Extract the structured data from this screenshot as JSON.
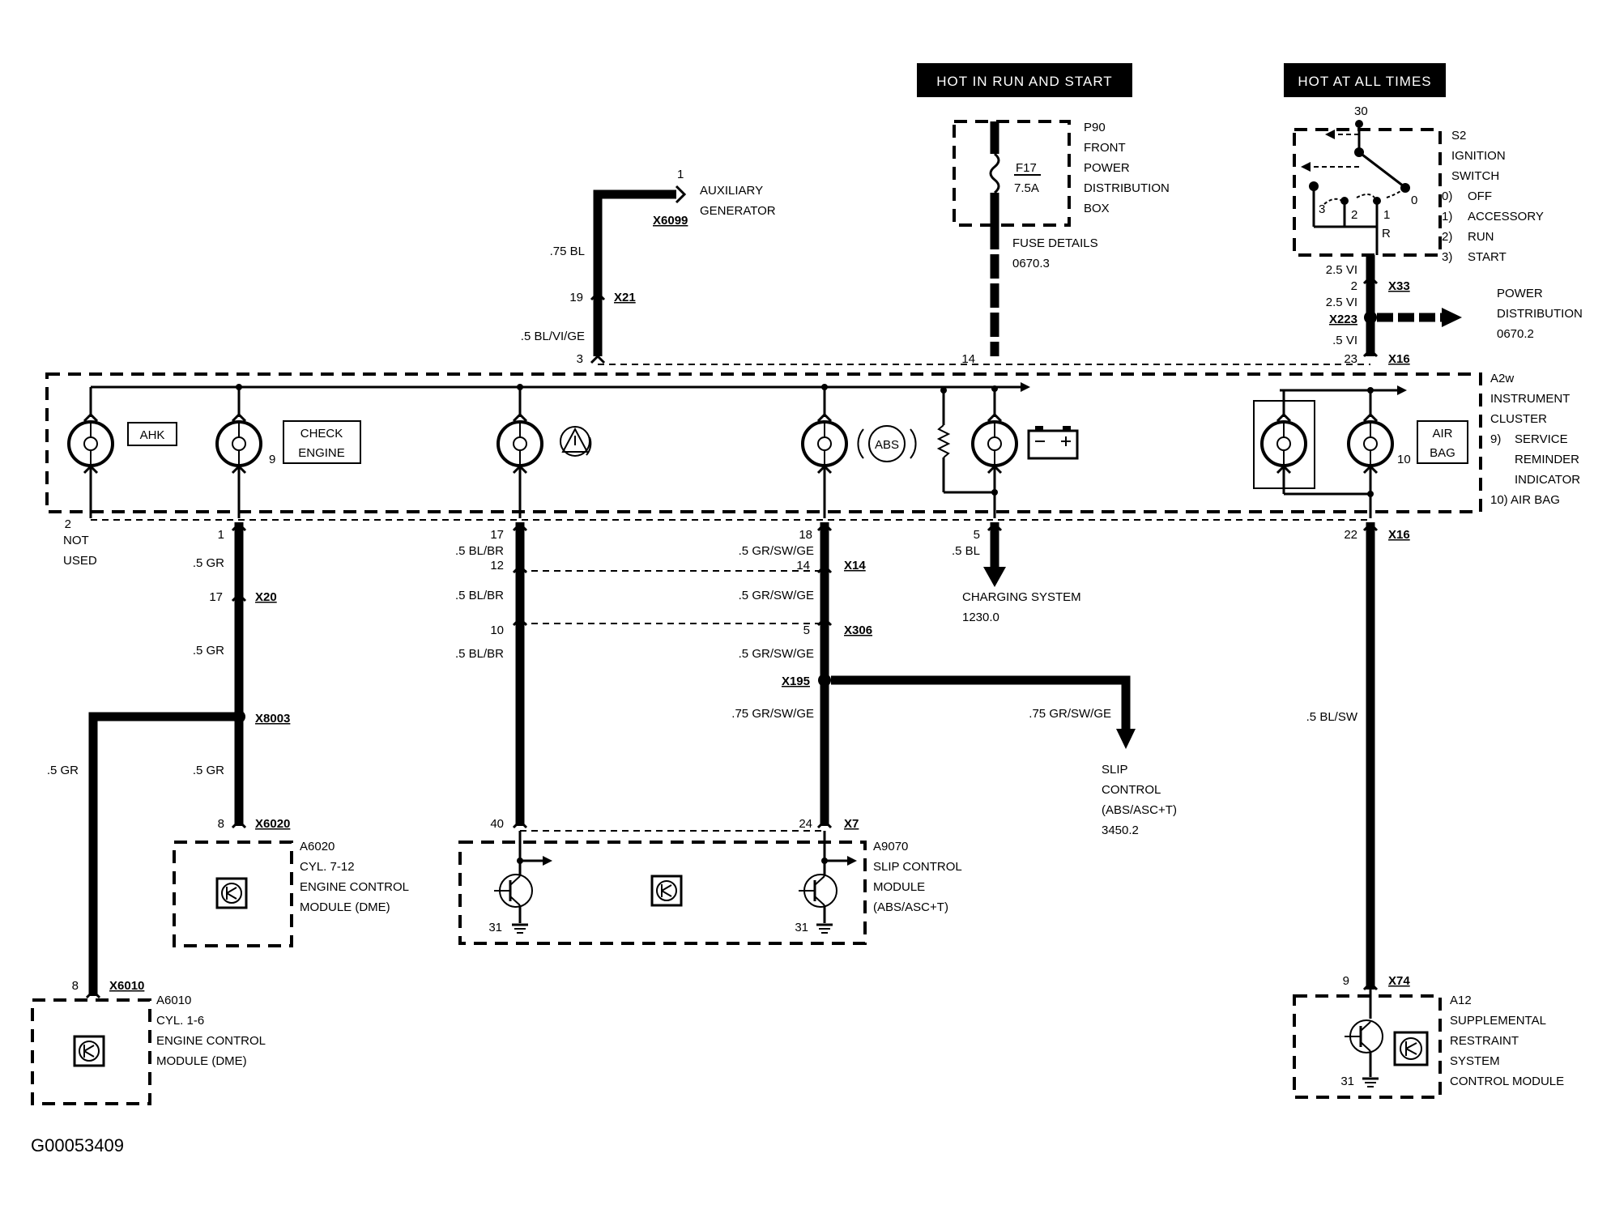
{
  "headers": {
    "run_start": "HOT IN RUN AND START",
    "all_times": "HOT AT ALL TIMES"
  },
  "components": {
    "p90": {
      "id": "P90",
      "line1": "FRONT",
      "line2": "POWER",
      "line3": "DISTRIBUTION",
      "line4": "BOX",
      "fuse": "F17",
      "fuse_rating": "7.5A",
      "fuse_details": "FUSE DETAILS",
      "fuse_ref": "0670.3"
    },
    "s2": {
      "id": "S2",
      "line1": "IGNITION",
      "line2": "SWITCH",
      "pos0": "0)",
      "pos0_label": "OFF",
      "pos1": "1)",
      "pos1_label": "ACCESSORY",
      "pos2": "2)",
      "pos2_label": "RUN",
      "pos3": "3)",
      "pos3_label": "START",
      "term30": "30",
      "t3": "3",
      "t2": "2",
      "t1": "1",
      "t0": "0",
      "tr": "R"
    },
    "aux": {
      "pin": "1",
      "line1": "AUXILIARY",
      "line2": "GENERATOR",
      "connector": "X6099"
    },
    "power_dist": {
      "line1": "POWER",
      "line2": "DISTRIBUTION",
      "ref": "0670.2"
    },
    "a2w": {
      "id": "A2w",
      "line1": "INSTRUMENT",
      "line2": "CLUSTER",
      "note9_num": "9)",
      "note9_a": "SERVICE",
      "note9_b": "REMINDER",
      "note9_c": "INDICATOR",
      "note10": "10) AIR BAG",
      "ahk": "AHK",
      "check1": "CHECK",
      "check2": "ENGINE",
      "abs": "ABS",
      "air1": "AIR",
      "air2": "BAG",
      "pin9": "9",
      "pin10": "10"
    },
    "charging": {
      "line1": "CHARGING SYSTEM",
      "ref": "1230.0"
    },
    "slip": {
      "line1": "SLIP",
      "line2": "CONTROL",
      "line3": "(ABS/ASC+T)",
      "ref": "3450.2"
    },
    "a6020": {
      "id": "A6020",
      "line1": "CYL. 7-12",
      "line2": "ENGINE CONTROL",
      "line3": "MODULE (DME)"
    },
    "a6010": {
      "id": "A6010",
      "line1": "CYL. 1-6",
      "line2": "ENGINE CONTROL",
      "line3": "MODULE (DME)"
    },
    "a9070": {
      "id": "A9070",
      "line1": "SLIP CONTROL",
      "line2": "MODULE",
      "line3": "(ABS/ASC+T)",
      "gnd_left": "31",
      "gnd_right": "31"
    },
    "a12": {
      "id": "A12",
      "line1": "SUPPLEMENTAL",
      "line2": "RESTRAINT",
      "line3": "SYSTEM",
      "line4": "CONTROL MODULE",
      "gnd": "31"
    }
  },
  "wires": {
    "w075bl": ".75 BL",
    "w5blvige": ".5 BL/VI/GE",
    "w25vi_a": "2.5 VI",
    "w25vi_b": "2.5 VI",
    "w5vi": ".5 VI",
    "w5gr_1": ".5 GR",
    "w5gr_2": ".5 GR",
    "w5gr_3": ".5 GR",
    "w5gr_4": ".5 GR",
    "w5blbr_1": ".5 BL/BR",
    "w5blbr_2": ".5 BL/BR",
    "w5blbr_3": ".5 BL/BR",
    "w5grswge_1": ".5 GR/SW/GE",
    "w5grswge_2": ".5 GR/SW/GE",
    "w5grswge_3": ".5 GR/SW/GE",
    "w75grswge_1": ".75 GR/SW/GE",
    "w75grswge_2": ".75 GR/SW/GE",
    "w5bl": ".5 BL",
    "w5blsw": ".5 BL/SW"
  },
  "connectors": {
    "x21": "X21",
    "x33": "X33",
    "x223": "X223",
    "x16_top": "X16",
    "x16_bot": "X16",
    "x20": "X20",
    "x14": "X14",
    "x306": "X306",
    "x195": "X195",
    "x8003": "X8003",
    "x6020": "X6020",
    "x7": "X7",
    "x6010": "X6010",
    "x74": "X74"
  },
  "pins": {
    "p19": "19",
    "p3": "3",
    "p14_top": "14",
    "p23": "23",
    "p2_top": "2",
    "p2": "2",
    "not_used_1": "NOT",
    "not_used_2": "USED",
    "p1": "1",
    "p17_a": "17",
    "p12": "12",
    "p18": "18",
    "p14": "14",
    "p5": "5",
    "p22": "22",
    "p17_b": "17",
    "p10": "10",
    "p5b": "5",
    "p8a": "8",
    "p40": "40",
    "p24": "24",
    "p8b": "8",
    "p9": "9"
  },
  "footer": {
    "code": "G00053409"
  },
  "colors": {
    "ink": "#000000",
    "paper": "#ffffff"
  }
}
